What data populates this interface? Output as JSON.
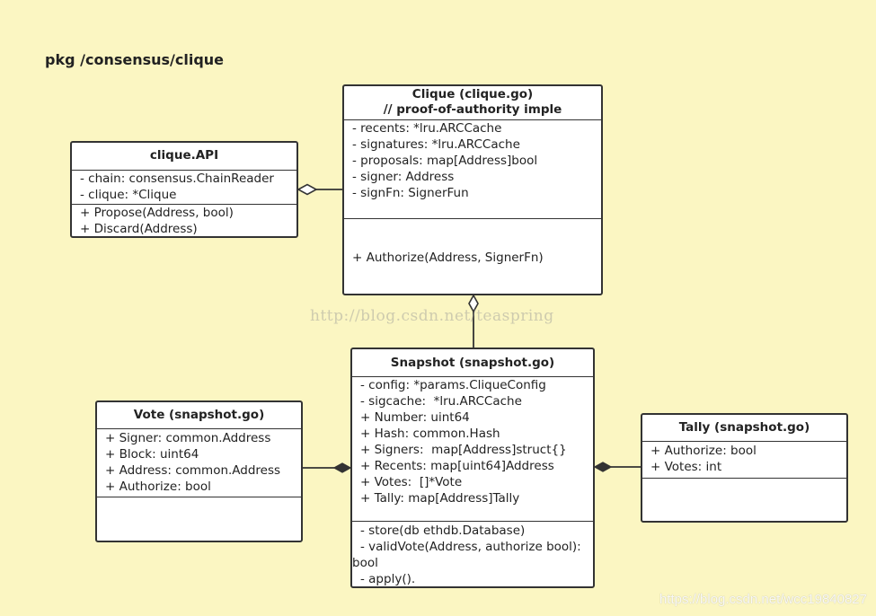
{
  "page": {
    "title": "pkg /consensus/clique"
  },
  "classes": {
    "clique": {
      "title_line1": "Clique (clique.go)",
      "title_line2": "// proof-of-authority imple",
      "attributes": [
        "- recents: *lru.ARCCache",
        "- signatures: *lru.ARCCache",
        "- proposals: map[Address]bool",
        "- signer: Address",
        "- signFn: SignerFun"
      ],
      "methods": [
        "+ Authorize(Address, SignerFn)"
      ]
    },
    "api": {
      "title": "clique.API",
      "attributes": [
        "- chain: consensus.ChainReader",
        "- clique: *Clique"
      ],
      "methods": [
        "+ Propose(Address, bool)",
        "+ Discard(Address)"
      ]
    },
    "snapshot": {
      "title": "Snapshot (snapshot.go)",
      "attributes": [
        "- config: *params.CliqueConfig",
        "- sigcache:  *lru.ARCCache",
        "+ Number: uint64",
        "+ Hash: common.Hash",
        "+ Signers:  map[Address]struct{}",
        "+ Recents: map[uint64]Address",
        "+ Votes:  []*Vote",
        "+ Tally: map[Address]Tally"
      ],
      "methods": [
        "- store(db ethdb.Database)",
        "- validVote(Address, authorize bool):",
        "bool",
        "- apply()."
      ]
    },
    "vote": {
      "title": "Vote (snapshot.go)",
      "attributes": [
        "+ Signer: common.Address",
        "+ Block: uint64",
        "+ Address: common.Address",
        "+ Authorize: bool"
      ],
      "methods": []
    },
    "tally": {
      "title": "Tally (snapshot.go)",
      "attributes": [
        "+ Authorize: bool",
        "+ Votes: int"
      ],
      "methods": []
    }
  },
  "watermarks": {
    "center": "http://blog.csdn.net/teaspring",
    "footer": "https://blog.csdn.net/wcc19840827"
  }
}
